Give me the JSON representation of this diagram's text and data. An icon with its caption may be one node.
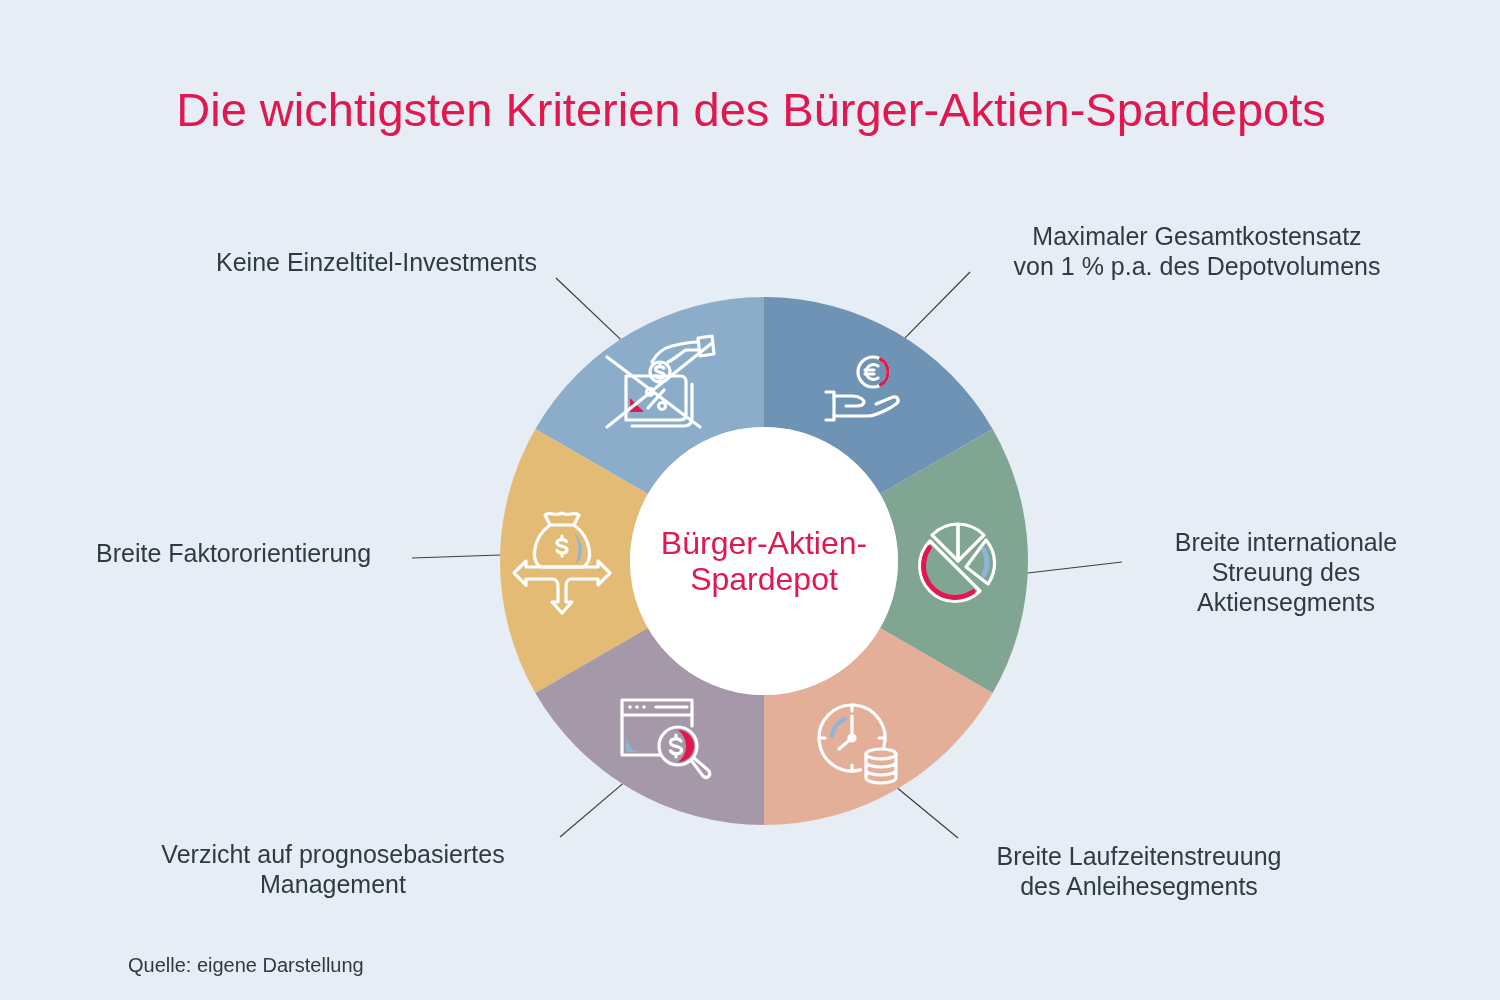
{
  "diagram": {
    "title": "Die wichtigsten Kriterien des Bürger-Aktien-Spardepots",
    "caption": "Quelle: eigene Darstellung",
    "nodes": [
      {
        "text": [
          "Keine Einzeltitel-Investments"
        ]
      },
      {
        "text": [
          "Maximaler Gesamtkostensatz von 1 % p.a. des Depotvolumens"
        ]
      },
      {
        "text": [],
        "shape": "sector"
      },
      {
        "text": [],
        "shape": "sector"
      },
      {
        "text": [
          "Breite Faktororientierung"
        ]
      },
      {
        "text": [],
        "shape": "sector"
      },
      {
        "text": [
          "Bürger-Aktien-Spardepot"
        ]
      },
      {
        "text": [],
        "shape": "sector"
      },
      {
        "text": [
          "Breite internationale Streuung des Aktiensegments"
        ]
      },
      {
        "text": [],
        "shape": "sector"
      },
      {
        "text": [],
        "shape": "sector"
      },
      {
        "text": [
          "Verzicht auf prognosebasiertes Management"
        ]
      },
      {
        "text": [
          "Breite Laufzeitenstreuung des Anleihesegments"
        ]
      }
    ],
    "edges": [
      {
        "from": 0,
        "to": 2,
        "arrow": "none"
      },
      {
        "from": 1,
        "to": 3,
        "arrow": "none"
      },
      {
        "from": 4,
        "to": 5,
        "arrow": "none"
      },
      {
        "from": 8,
        "to": 7,
        "arrow": "none"
      },
      {
        "from": 11,
        "to": 9,
        "arrow": "none"
      },
      {
        "from": 12,
        "to": 10,
        "arrow": "none"
      }
    ]
  }
}
